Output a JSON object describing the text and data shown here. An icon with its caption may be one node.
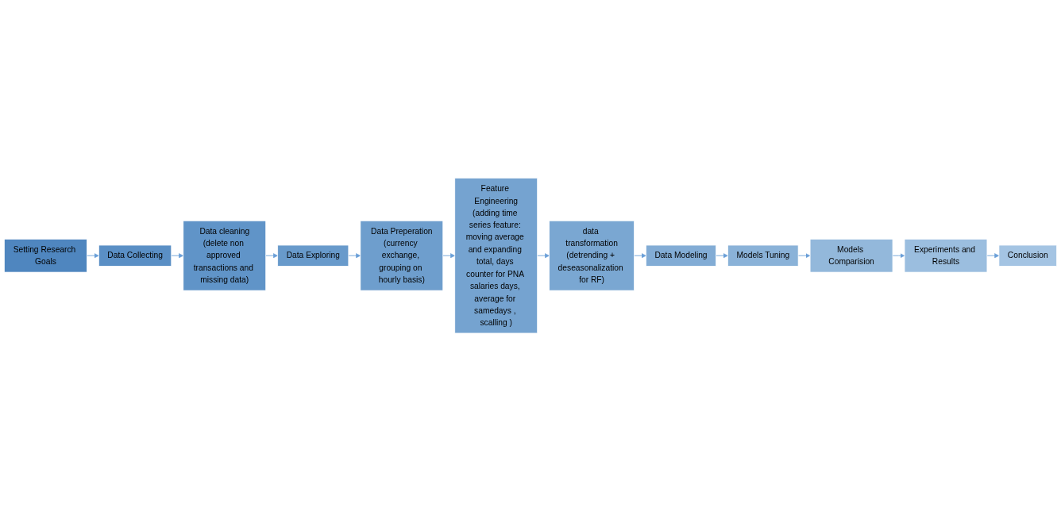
{
  "diagram": {
    "nodes": [
      {
        "text": [
          "Setting Research Goals"
        ]
      },
      {
        "text": [
          "Data Collecting"
        ]
      },
      {
        "text": [
          "Data cleaning",
          "(delete non approved transactions and missing data)"
        ]
      },
      {
        "text": [
          "Data Exploring"
        ]
      },
      {
        "text": [
          "Data Preperation",
          "(currency exchange, grouping on hourly basis)"
        ]
      },
      {
        "text": [
          "Feature Engineering",
          "(adding time series feature: moving average and expanding total, days counter for PNA salaries days, average for samedays , scalling )"
        ]
      },
      {
        "text": [
          "data transformation",
          "(detrending + deseasonalization for RF)"
        ]
      },
      {
        "text": [
          "Data Modeling"
        ]
      },
      {
        "text": [
          "Models Tuning"
        ]
      },
      {
        "text": [
          "Models Comparision"
        ]
      },
      {
        "text": [
          "Experiments and Results"
        ]
      },
      {
        "text": [
          "Conclusion"
        ]
      }
    ],
    "edges": [
      {
        "from": 0,
        "to": 1,
        "arrow": "to"
      },
      {
        "from": 1,
        "to": 2,
        "arrow": "to"
      },
      {
        "from": 2,
        "to": 3,
        "arrow": "to"
      },
      {
        "from": 3,
        "to": 4,
        "arrow": "to"
      },
      {
        "from": 4,
        "to": 5,
        "arrow": "to"
      },
      {
        "from": 5,
        "to": 6,
        "arrow": "to"
      },
      {
        "from": 6,
        "to": 7,
        "arrow": "to"
      },
      {
        "from": 7,
        "to": 8,
        "arrow": "to"
      },
      {
        "from": 8,
        "to": 9,
        "arrow": "to"
      },
      {
        "from": 9,
        "to": 10,
        "arrow": "to"
      },
      {
        "from": 10,
        "to": 11,
        "arrow": "to"
      }
    ]
  }
}
